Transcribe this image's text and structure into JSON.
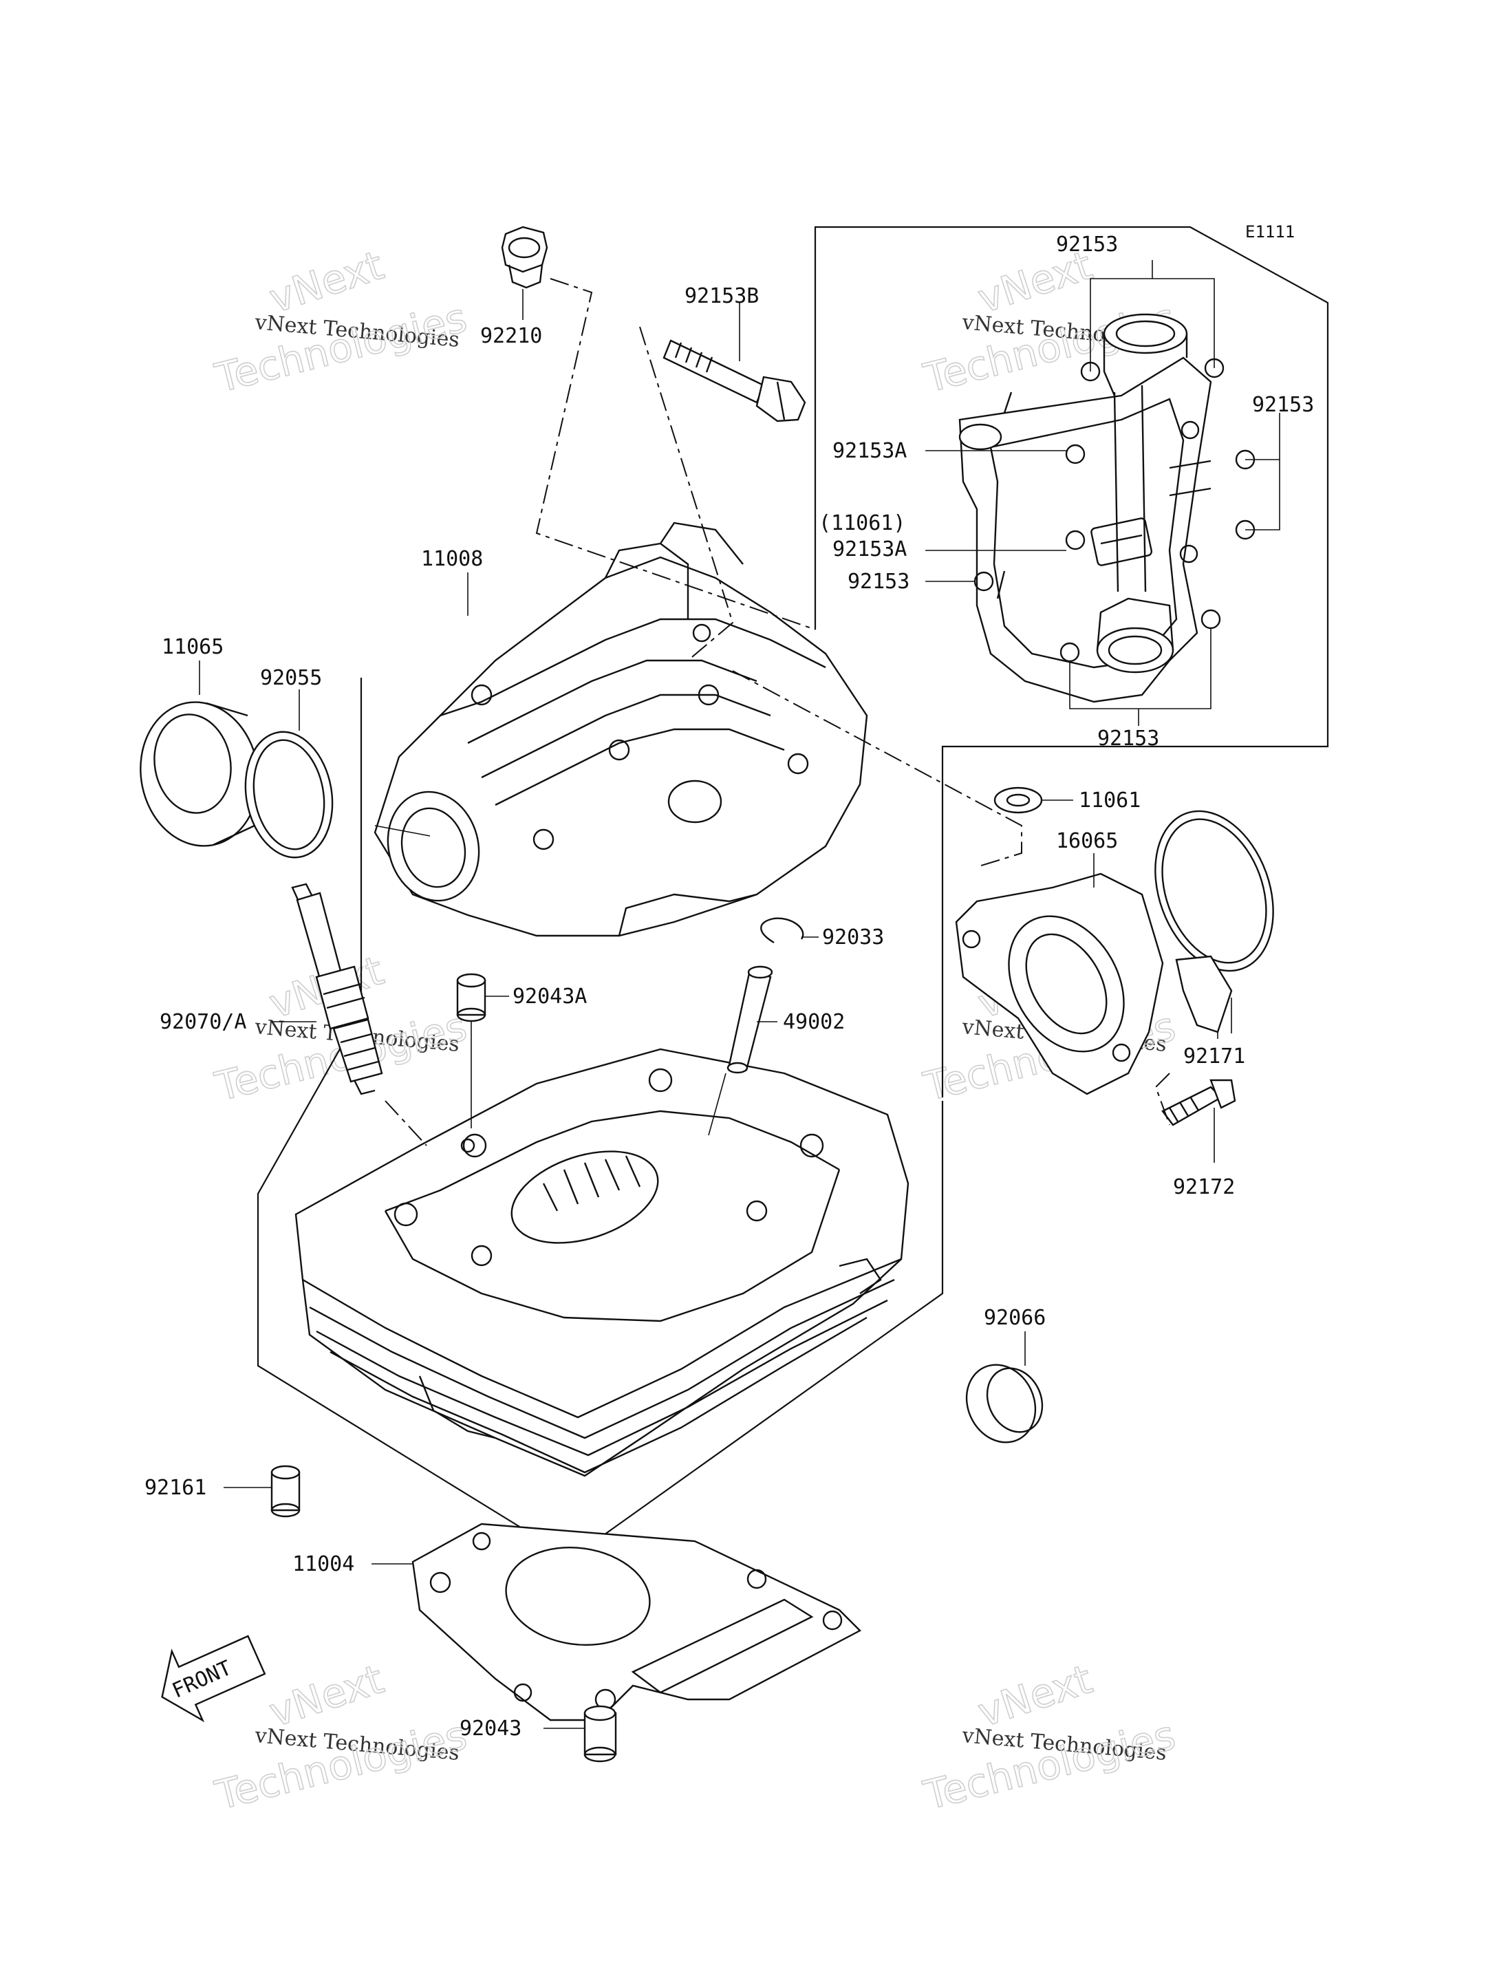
{
  "diagram_code": "E1111",
  "part_labels": [
    "92153",
    "92153B",
    "92210",
    "92153",
    "92153A",
    "(11061)",
    "92153A",
    "92153",
    "11008",
    "11065",
    "92055",
    "92153",
    "11061",
    "16065",
    "92033",
    "92043A",
    "49002",
    "92070/A",
    "92171",
    "92172",
    "92066",
    "92161",
    "11004",
    "92043"
  ],
  "front_label": "FRONT",
  "watermark": {
    "brand": "vNext",
    "company": "vNext Technologies",
    "tech": "Technologies"
  }
}
